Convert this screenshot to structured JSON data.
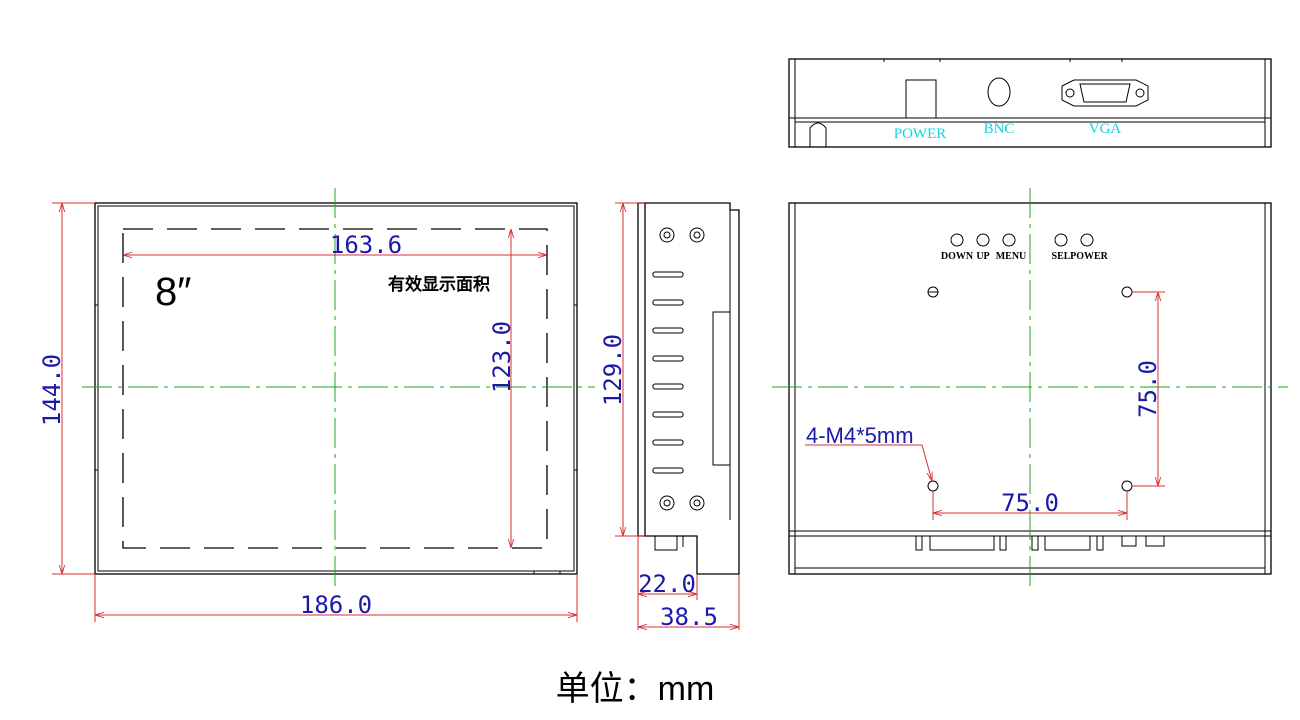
{
  "front_view": {
    "size_label": "8″",
    "area_label": "有效显示面积",
    "dim_width": "186.0",
    "dim_height": "144.0",
    "dim_active_width": "163.6",
    "dim_active_height": "123.0"
  },
  "side_view": {
    "dim_height": "129.0",
    "dim_depth_a": "22.0",
    "dim_depth_b": "38.5"
  },
  "top_view": {
    "ports": [
      "POWER",
      "BNC",
      "VGA"
    ]
  },
  "rear_view": {
    "buttons": [
      "DOWN",
      "UP",
      "MENU",
      "SEL",
      "POWER"
    ],
    "mount_label": "4-M4*5mm",
    "dim_vesa_h": "75.0",
    "dim_vesa_v": "75.0"
  },
  "unit_label": "单位：mm",
  "colors": {
    "dimension_text": "#1a1aa8",
    "dimension_line": "#d83030",
    "center_line": "#1aaa1a",
    "port_label": "#14d4e0"
  }
}
